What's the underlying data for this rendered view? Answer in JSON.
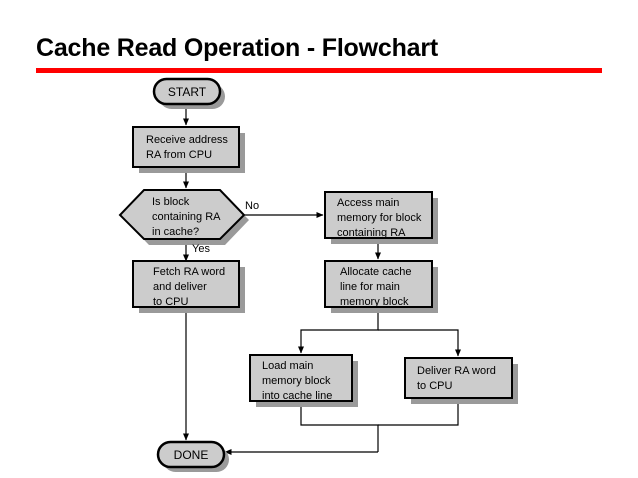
{
  "title": "Cache Read Operation - Flowchart",
  "colors": {
    "accent_rule": "#ff0000",
    "node_fill": "#cccccc",
    "node_border": "#000000",
    "node_shadow": "#9a9a9a",
    "background": "#ffffff",
    "text": "#000000"
  },
  "chart_data": {
    "type": "diagram",
    "diagram_kind": "flowchart",
    "title": "Cache Read Operation - Flowchart",
    "orientation": "top-to-bottom",
    "nodes": [
      {
        "id": "start",
        "shape": "terminator",
        "lines": [
          "START"
        ]
      },
      {
        "id": "receive",
        "shape": "process",
        "lines": [
          "Receive address",
          "RA from CPU"
        ]
      },
      {
        "id": "decision",
        "shape": "hexagon",
        "lines": [
          "Is block",
          "containing RA",
          "in cache?"
        ]
      },
      {
        "id": "fetch",
        "shape": "process",
        "lines": [
          "Fetch RA word",
          "and deliver",
          "to CPU"
        ]
      },
      {
        "id": "access",
        "shape": "process",
        "lines": [
          "Access main",
          "memory for block",
          "containing RA"
        ]
      },
      {
        "id": "allocate",
        "shape": "process",
        "lines": [
          "Allocate cache",
          "line for main",
          "memory block"
        ]
      },
      {
        "id": "load",
        "shape": "process",
        "lines": [
          "Load main",
          "memory block",
          "into cache line"
        ]
      },
      {
        "id": "deliver",
        "shape": "process",
        "lines": [
          "Deliver RA word",
          "to CPU"
        ]
      },
      {
        "id": "done",
        "shape": "terminator",
        "lines": [
          "DONE"
        ]
      }
    ],
    "edges": [
      {
        "from": "start",
        "to": "receive",
        "label": ""
      },
      {
        "from": "receive",
        "to": "decision",
        "label": ""
      },
      {
        "from": "decision",
        "to": "fetch",
        "label": "Yes"
      },
      {
        "from": "decision",
        "to": "access",
        "label": "No"
      },
      {
        "from": "fetch",
        "to": "done",
        "label": ""
      },
      {
        "from": "access",
        "to": "allocate",
        "label": ""
      },
      {
        "from": "allocate",
        "to": "load",
        "label": ""
      },
      {
        "from": "allocate",
        "to": "deliver",
        "label": ""
      },
      {
        "from": "load",
        "to": "done",
        "label": ""
      },
      {
        "from": "deliver",
        "to": "done",
        "label": ""
      }
    ]
  },
  "nodes": {
    "start": {
      "line1": "START"
    },
    "receive": {
      "line1": "Receive address",
      "line2": "RA from CPU"
    },
    "decision": {
      "line1": "Is block",
      "line2": "containing RA",
      "line3": "in cache?"
    },
    "fetch": {
      "line1": "Fetch RA word",
      "line2": "and deliver",
      "line3": "to CPU"
    },
    "access": {
      "line1": "Access main",
      "line2": "memory for block",
      "line3": "containing RA"
    },
    "allocate": {
      "line1": "Allocate cache",
      "line2": "line for main",
      "line3": "memory block"
    },
    "load": {
      "line1": "Load main",
      "line2": "memory block",
      "line3": "into cache line"
    },
    "deliver": {
      "line1": "Deliver RA word",
      "line2": "to CPU"
    },
    "done": {
      "line1": "DONE"
    }
  },
  "labels": {
    "yes": "Yes",
    "no": "No"
  }
}
